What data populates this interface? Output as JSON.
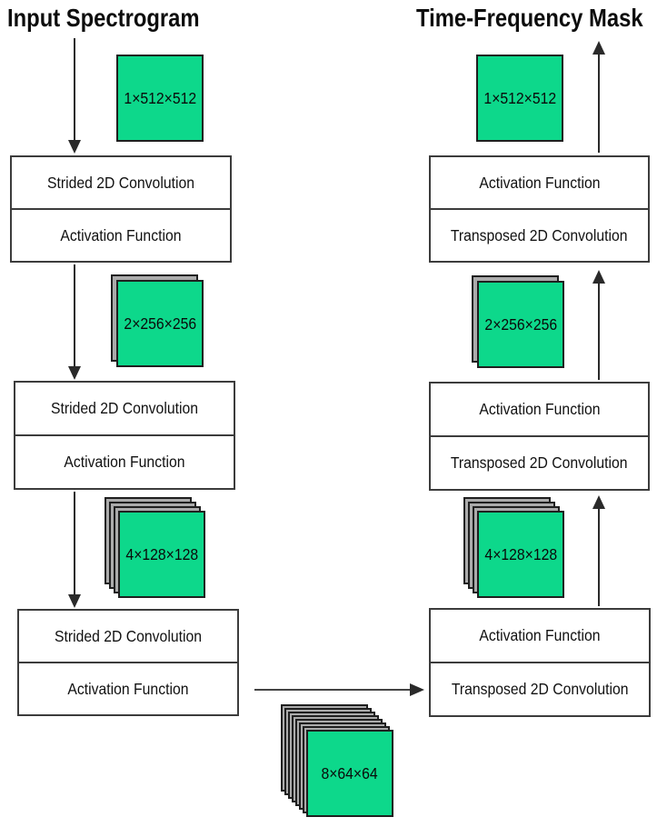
{
  "titles": {
    "left": "Input Spectrogram",
    "right": "Time-Frequency Mask"
  },
  "colors": {
    "tensor_green": "#0dd88b",
    "tensor_gray": "#ababab",
    "layer_border": "#1f1f1f",
    "box_border": "#3c3c3c",
    "box_fill": "#ffffff",
    "line": "#2a2a2a",
    "text": "#111111",
    "background": "#ffffff"
  },
  "encoder": {
    "blocks": [
      {
        "row1": "Strided 2D Convolution",
        "row2": "Activation Function"
      },
      {
        "row1": "Strided 2D Convolution",
        "row2": "Activation Function"
      },
      {
        "row1": "Strided 2D Convolution",
        "row2": "Activation Function"
      }
    ],
    "tensors": [
      {
        "label": "1×512×512",
        "layers": 1
      },
      {
        "label": "2×256×256",
        "layers": 2
      },
      {
        "label": "4×128×128",
        "layers": 4
      }
    ]
  },
  "bottleneck": {
    "label": "8×64×64",
    "layers": 8
  },
  "decoder": {
    "blocks": [
      {
        "row1": "Activation Function",
        "row2": "Transposed 2D Convolution"
      },
      {
        "row1": "Activation Function",
        "row2": "Transposed 2D Convolution"
      },
      {
        "row1": "Activation Function",
        "row2": "Transposed 2D Convolution"
      }
    ],
    "tensors": [
      {
        "label": "1×512×512",
        "layers": 1
      },
      {
        "label": "2×256×256",
        "layers": 2
      },
      {
        "label": "4×128×128",
        "layers": 4
      }
    ]
  }
}
